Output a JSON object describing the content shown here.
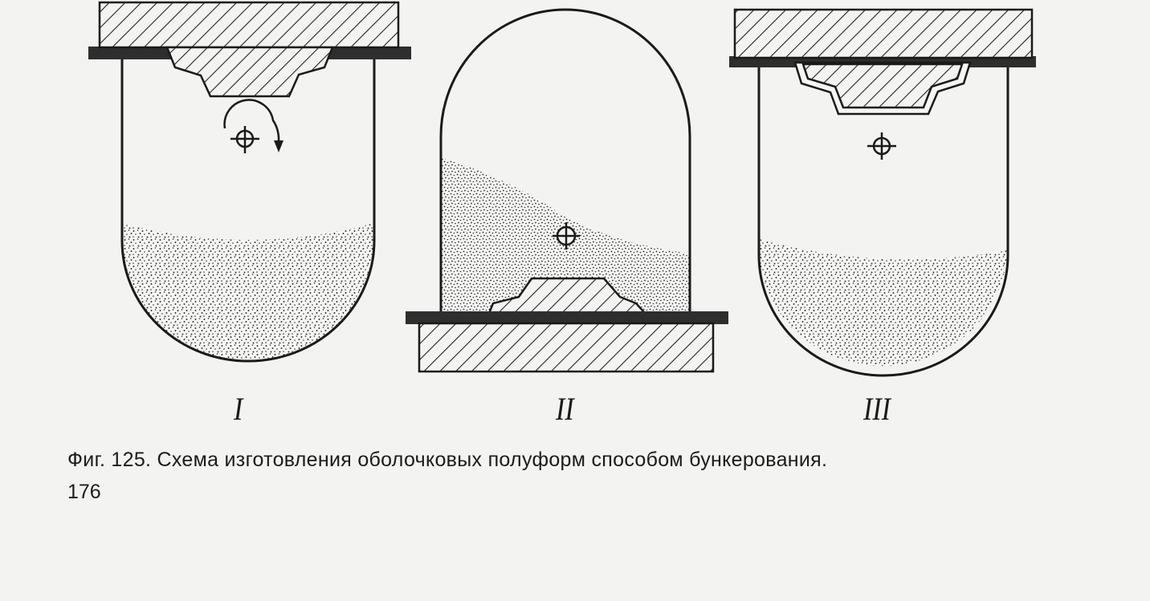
{
  "figure": {
    "stages": [
      {
        "label": "I"
      },
      {
        "label": "II"
      },
      {
        "label": "III"
      }
    ],
    "caption": "Фиг. 125. Схема изготовления оболочковых полуформ способом бункерования.",
    "page_number": "176"
  }
}
